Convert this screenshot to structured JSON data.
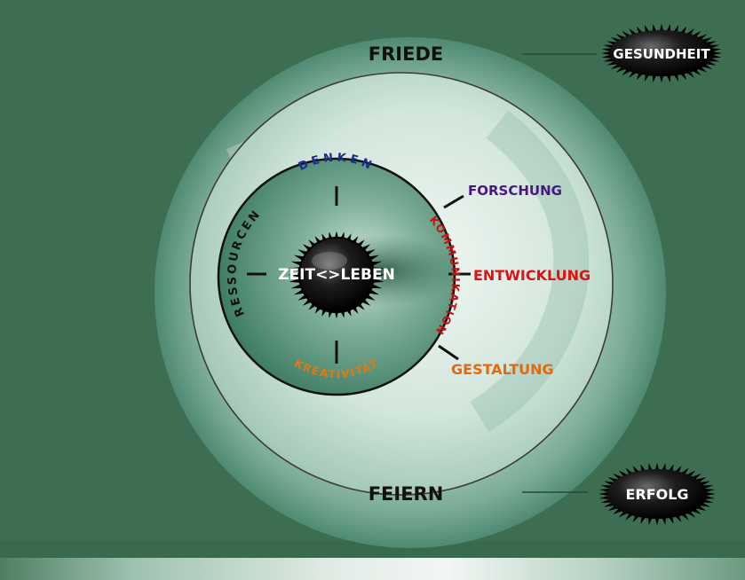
{
  "diagram": {
    "outer_top": "FRIEDE",
    "outer_bottom": "FEIERN",
    "badge_top_right": "GESUNDHEIT",
    "badge_bottom_right": "ERFOLG",
    "center": "ZEIT<>LEBEN",
    "inner_top": "DENKEN",
    "inner_left": "RESSOURCEN",
    "inner_right": "KOMMUNIKATION",
    "inner_bottom": "KREATIVITÄT",
    "branch_upper": "FORSCHUNG",
    "branch_middle": "ENTWICKLUNG",
    "branch_lower": "GESTALTUNG"
  },
  "colors": {
    "background": "#3e6e52",
    "denken": "#1a2f8f",
    "forschung": "#4a1780",
    "kommunikation": "#c81010",
    "entwicklung": "#e01010",
    "kreativitaet": "#e07a10",
    "gestaltung": "#e06a10",
    "ressourcen": "#111111"
  },
  "icons": {
    "center": "dark-sun-icon",
    "badges": "spiky-burst-icon"
  }
}
